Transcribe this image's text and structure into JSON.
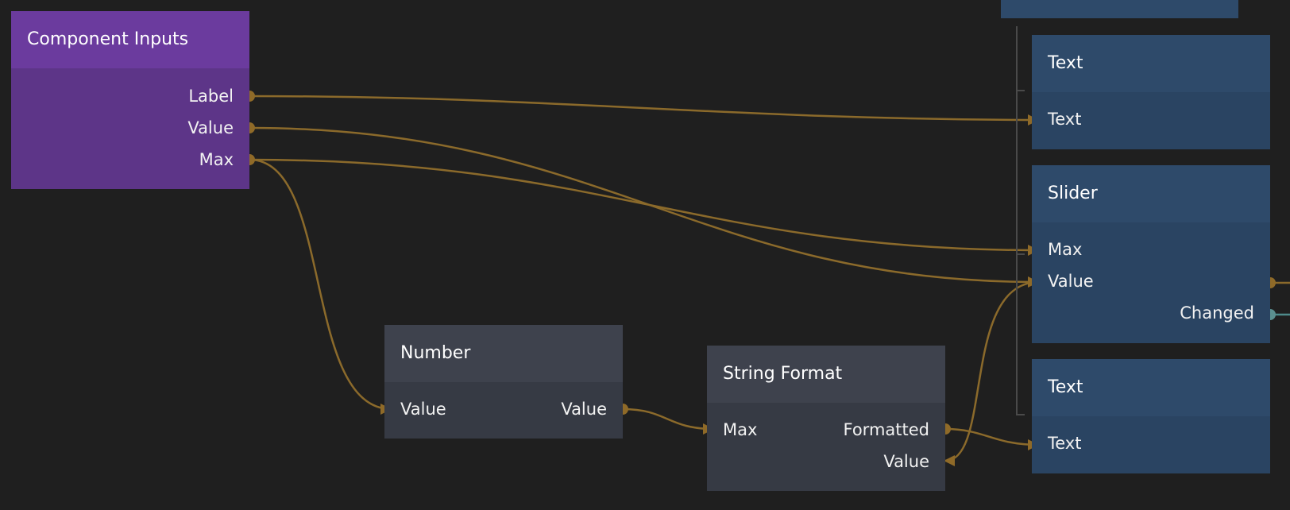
{
  "colors": {
    "background": "#1f1f1f",
    "wire_data": "#8b6a2b",
    "wire_signal": "#4e8a8a",
    "port_data": "#8f6a28",
    "port_signal": "#5b8f8f"
  },
  "nodes": {
    "component_inputs": {
      "title": "Component Inputs",
      "outputs": [
        "Label",
        "Value",
        "Max"
      ]
    },
    "number": {
      "title": "Number",
      "input": "Value",
      "output": "Value"
    },
    "string_format": {
      "title": "String Format",
      "input": "Max",
      "output_formatted": "Formatted",
      "input_value": "Value"
    },
    "text_1": {
      "title": "Text",
      "input": "Text"
    },
    "slider": {
      "title": "Slider",
      "input_max": "Max",
      "input_value": "Value",
      "output_changed": "Changed"
    },
    "text_2": {
      "title": "Text",
      "input": "Text"
    }
  }
}
